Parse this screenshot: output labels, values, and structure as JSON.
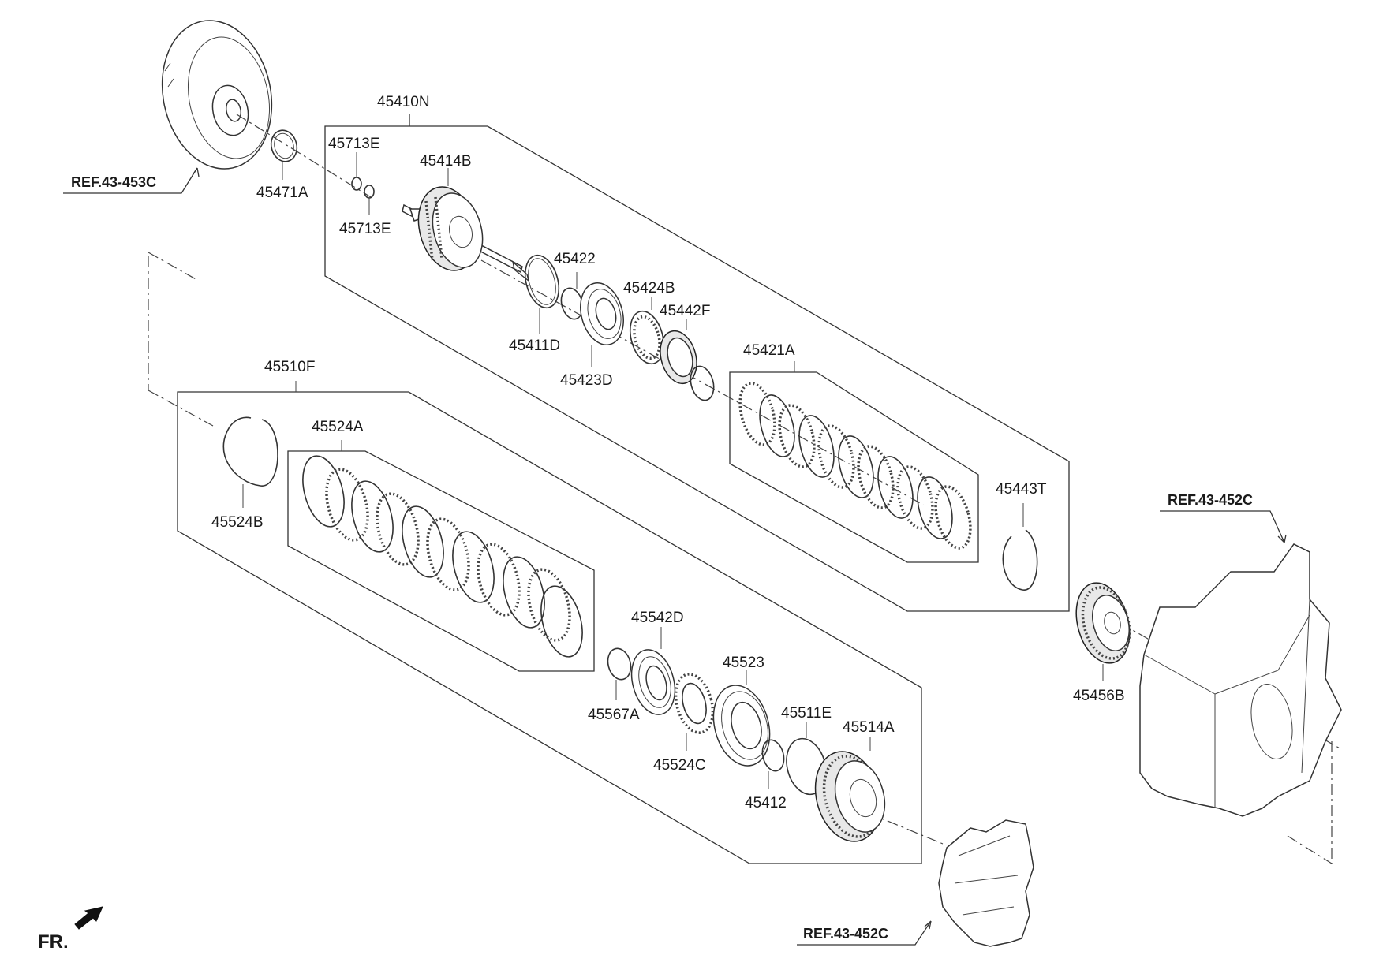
{
  "labels": {
    "p45410N": "45410N",
    "p45713E_a": "45713E",
    "p45713E_b": "45713E",
    "p45414B": "45414B",
    "p45471A": "45471A",
    "p45422": "45422",
    "p45424B": "45424B",
    "p45442F": "45442F",
    "p45411D": "45411D",
    "p45423D": "45423D",
    "p45421A": "45421A",
    "p45443T": "45443T",
    "p45510F": "45510F",
    "p45524A": "45524A",
    "p45524B": "45524B",
    "p45542D": "45542D",
    "p45523": "45523",
    "p45511E": "45511E",
    "p45514A": "45514A",
    "p45567A": "45567A",
    "p45524C": "45524C",
    "p45412": "45412",
    "p45456B": "45456B"
  },
  "references": {
    "ref_torque_converter": "REF.43-453C",
    "ref_case_top": "REF.43-452C",
    "ref_case_bottom": "REF.43-452C"
  },
  "direction": {
    "front_label": "FR."
  }
}
